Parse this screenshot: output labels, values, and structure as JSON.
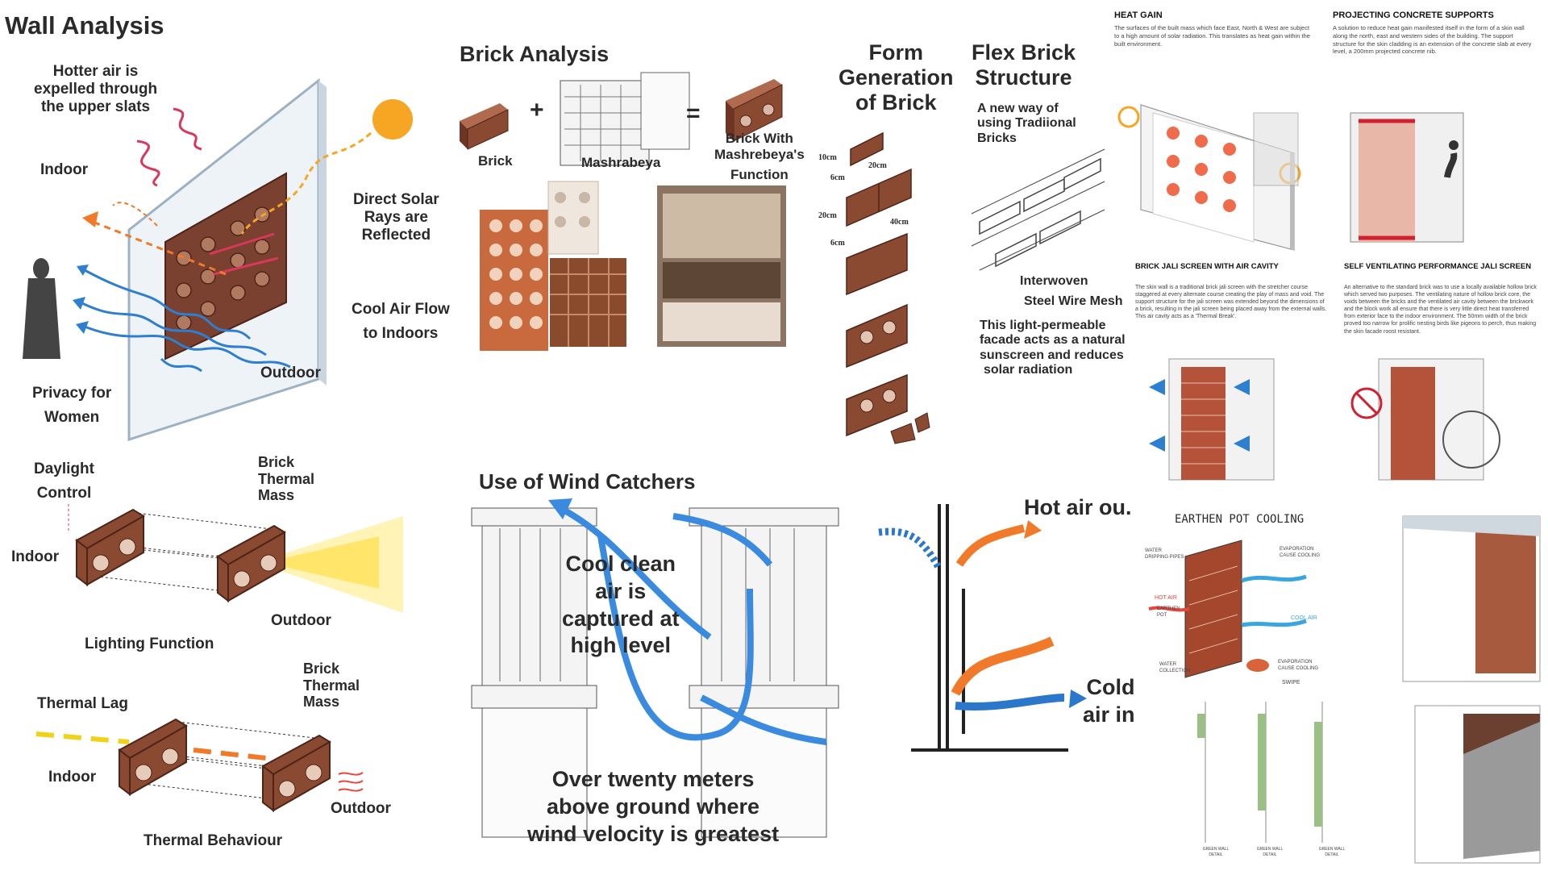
{
  "wall_analysis": {
    "title": "Wall Analysis",
    "labels": {
      "hotter_air": [
        "Hotter air is",
        "expelled through",
        "the upper slats"
      ],
      "indoor": "Indoor",
      "direct_solar": [
        "Direct Solar",
        "Rays are",
        "Reflected"
      ],
      "cool_air": [
        "Cool Air Flow",
        "to Indoors"
      ],
      "outdoor": "Outdoor",
      "privacy": [
        "Privacy for",
        "Women"
      ]
    }
  },
  "brick_analysis": {
    "title": "Brick Analysis",
    "plus": "+",
    "equals": "=",
    "brick": "Brick",
    "mashrabeya": "Mashrabeya",
    "result": [
      "Brick With",
      "Mashrebeya's",
      "Function"
    ]
  },
  "form_generation": {
    "title": [
      "Form",
      "Generation",
      "of Brick"
    ],
    "dims": [
      "10cm",
      "20cm",
      "6cm",
      "20cm",
      "40cm",
      "6cm"
    ]
  },
  "flex_brick": {
    "title": [
      "Flex Brick",
      "Structure"
    ],
    "subtitle": [
      "A new way of",
      "using Tradiional",
      "Bricks"
    ],
    "mesh": [
      "Interwoven",
      "Steel Wire Mesh"
    ],
    "desc": [
      "This light-permeable",
      "facade acts as a natural",
      "sunscreen and reduces",
      "solar radiation"
    ]
  },
  "lighting": {
    "daylight": [
      "Daylight",
      "Control"
    ],
    "brick_mass": [
      "Brick",
      "Thermal",
      "Mass"
    ],
    "indoor": "Indoor",
    "outdoor": "Outdoor",
    "caption": "Lighting Function"
  },
  "thermal": {
    "lag": "Thermal Lag",
    "brick_mass": [
      "Brick",
      "Thermal",
      "Mass"
    ],
    "indoor": "Indoor",
    "outdoor": "Outdoor",
    "caption": "Thermal Behaviour"
  },
  "wind_catchers": {
    "title": "Use of Wind Catchers",
    "cool": [
      "Cool clean",
      "air is",
      "captured at",
      "high level"
    ],
    "hot_out": "Hot air ou.",
    "cold_in": [
      "Cold",
      "air in"
    ],
    "caption": [
      "Over twenty meters",
      "above ground where",
      "wind velocity is greatest"
    ]
  },
  "right_panels": {
    "heat_gain": {
      "title": "HEAT GAIN",
      "text": "The surfaces of the built mass which face East, North & West are subject to a high amount of solar radiation. This translates as heat gain within the built environment."
    },
    "projecting": {
      "title": "PROJECTING CONCRETE SUPPORTS",
      "text": "A solution to reduce heat gain manifested itself in the form of a skin wall along the north, east and western sides of the building. The support structure for the skin cladding is an extension of the concrete slab at every level, a 200mm projected concrete nib."
    },
    "jali": {
      "title": "BRICK JALI SCREEN WITH AIR CAVITY",
      "text": "The skin wall is a traditional brick jali screen with the stretcher course staggered at every alternate course creating the play of mass and void. The support structure for the jali screen was extended beyond the dimensions of a brick, resulting in the jali screen being placed away from the external walls. This air cavity acts as a 'Thermal Break'."
    },
    "self_vent": {
      "title": "SELF VENTILATING PERFORMANCE JALI SCREEN",
      "text": "An alternative to the standard brick was to use a locally available hollow brick which served two purposes. The ventilating nature of hollow brick core, the voids between the bricks and the ventilated air cavity between the brickwork and the block work all ensure that there is very little direct heat transferred from exterior face to the indoor environment. The 50mm width of the brick proved too narrow for prolific nesting birds like pigeons to perch, thus making the skin facade roost resistant."
    },
    "earthen": {
      "title": "EARTHEN POT COOLING",
      "labels": [
        "WATER DRIPPING PIPES",
        "EVAPORATION CAUSE COOLING",
        "HOT AIR",
        "EARTHEN POT",
        "COOL AIR",
        "WATER COLLECTION",
        "EVAPORATION CAUSE COOLING"
      ]
    },
    "green_wall": {
      "swipe": "SWIPE",
      "details": [
        "GREEN WALL DETAIL",
        "GREEN WALL DETAIL",
        "GREEN WALL DETAIL"
      ]
    }
  },
  "colors": {
    "brick": "#8a4a32",
    "brick_dark": "#5e2e1e",
    "blue_arrow": "#2f7fd1",
    "orange_arrow": "#f07a2a",
    "sun": "#f6a623"
  }
}
